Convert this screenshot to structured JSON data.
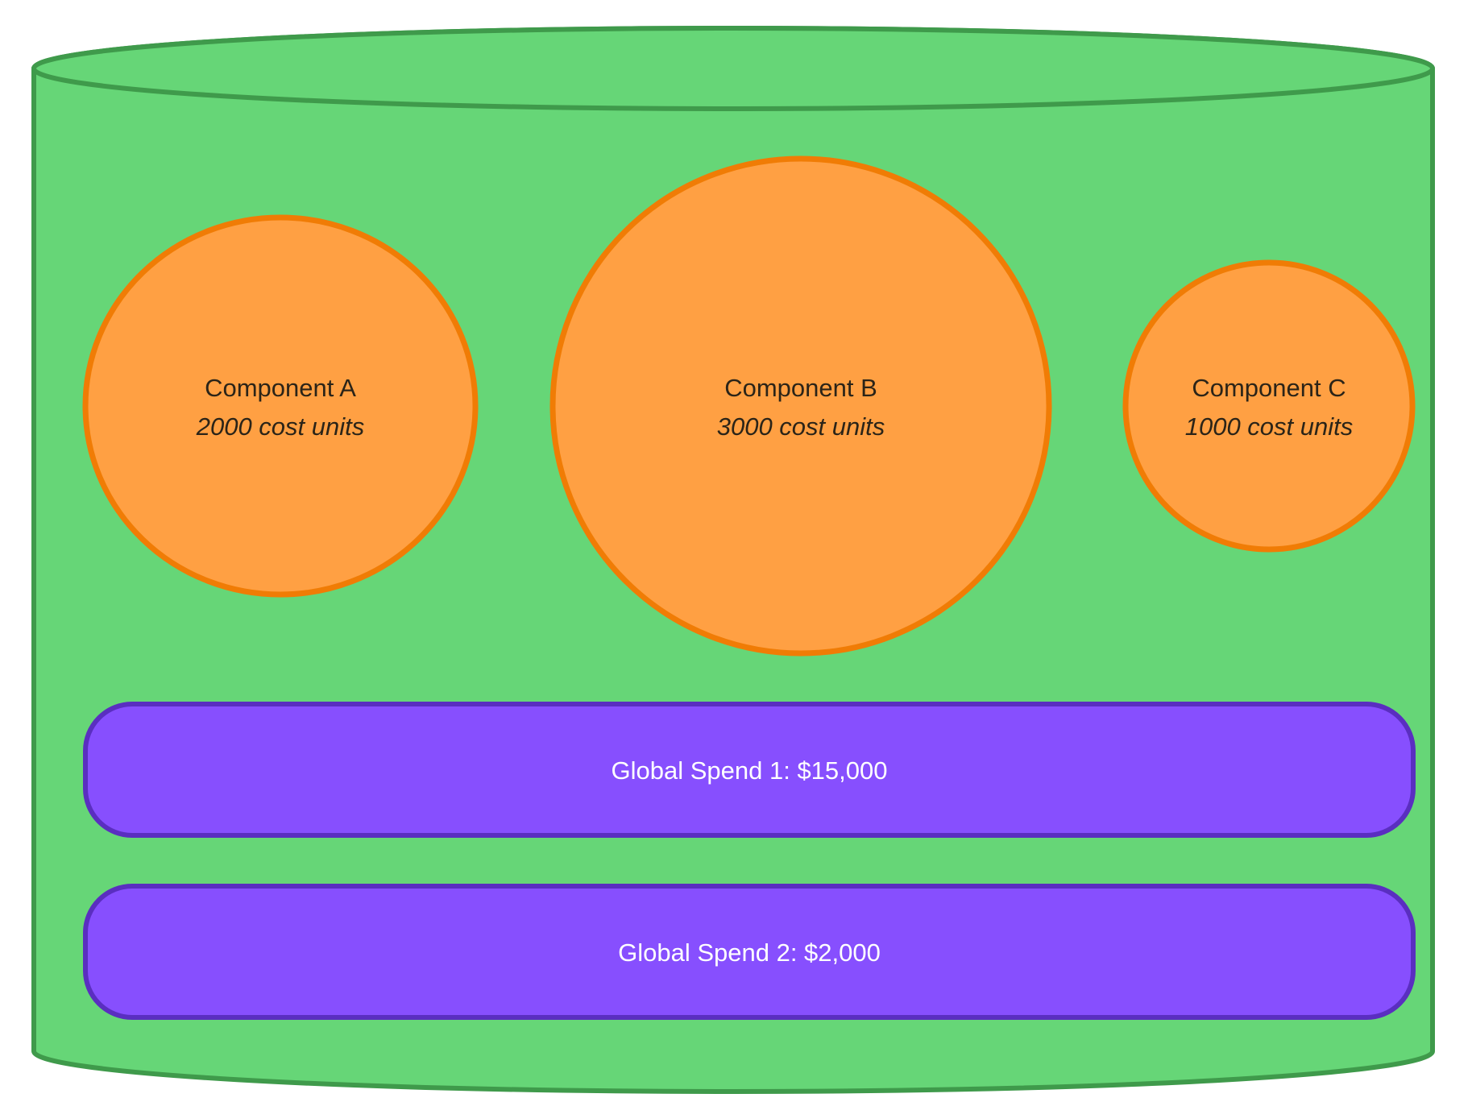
{
  "colors": {
    "container_fill": "#66d677",
    "container_stroke": "#3f9a4b",
    "component_fill": "#ffa043",
    "component_stroke": "#f07c05",
    "spend_fill": "#874ffe",
    "spend_stroke": "#5a2ec0"
  },
  "components": [
    {
      "name": "Component A",
      "cost": "2000 cost units",
      "cost_units": 2000
    },
    {
      "name": "Component B",
      "cost": "3000 cost units",
      "cost_units": 3000
    },
    {
      "name": "Component C",
      "cost": "1000 cost units",
      "cost_units": 1000
    }
  ],
  "spends": [
    {
      "label": "Global Spend 1: $15,000",
      "amount": 15000
    },
    {
      "label": "Global Spend 2: $2,000",
      "amount": 2000
    }
  ]
}
